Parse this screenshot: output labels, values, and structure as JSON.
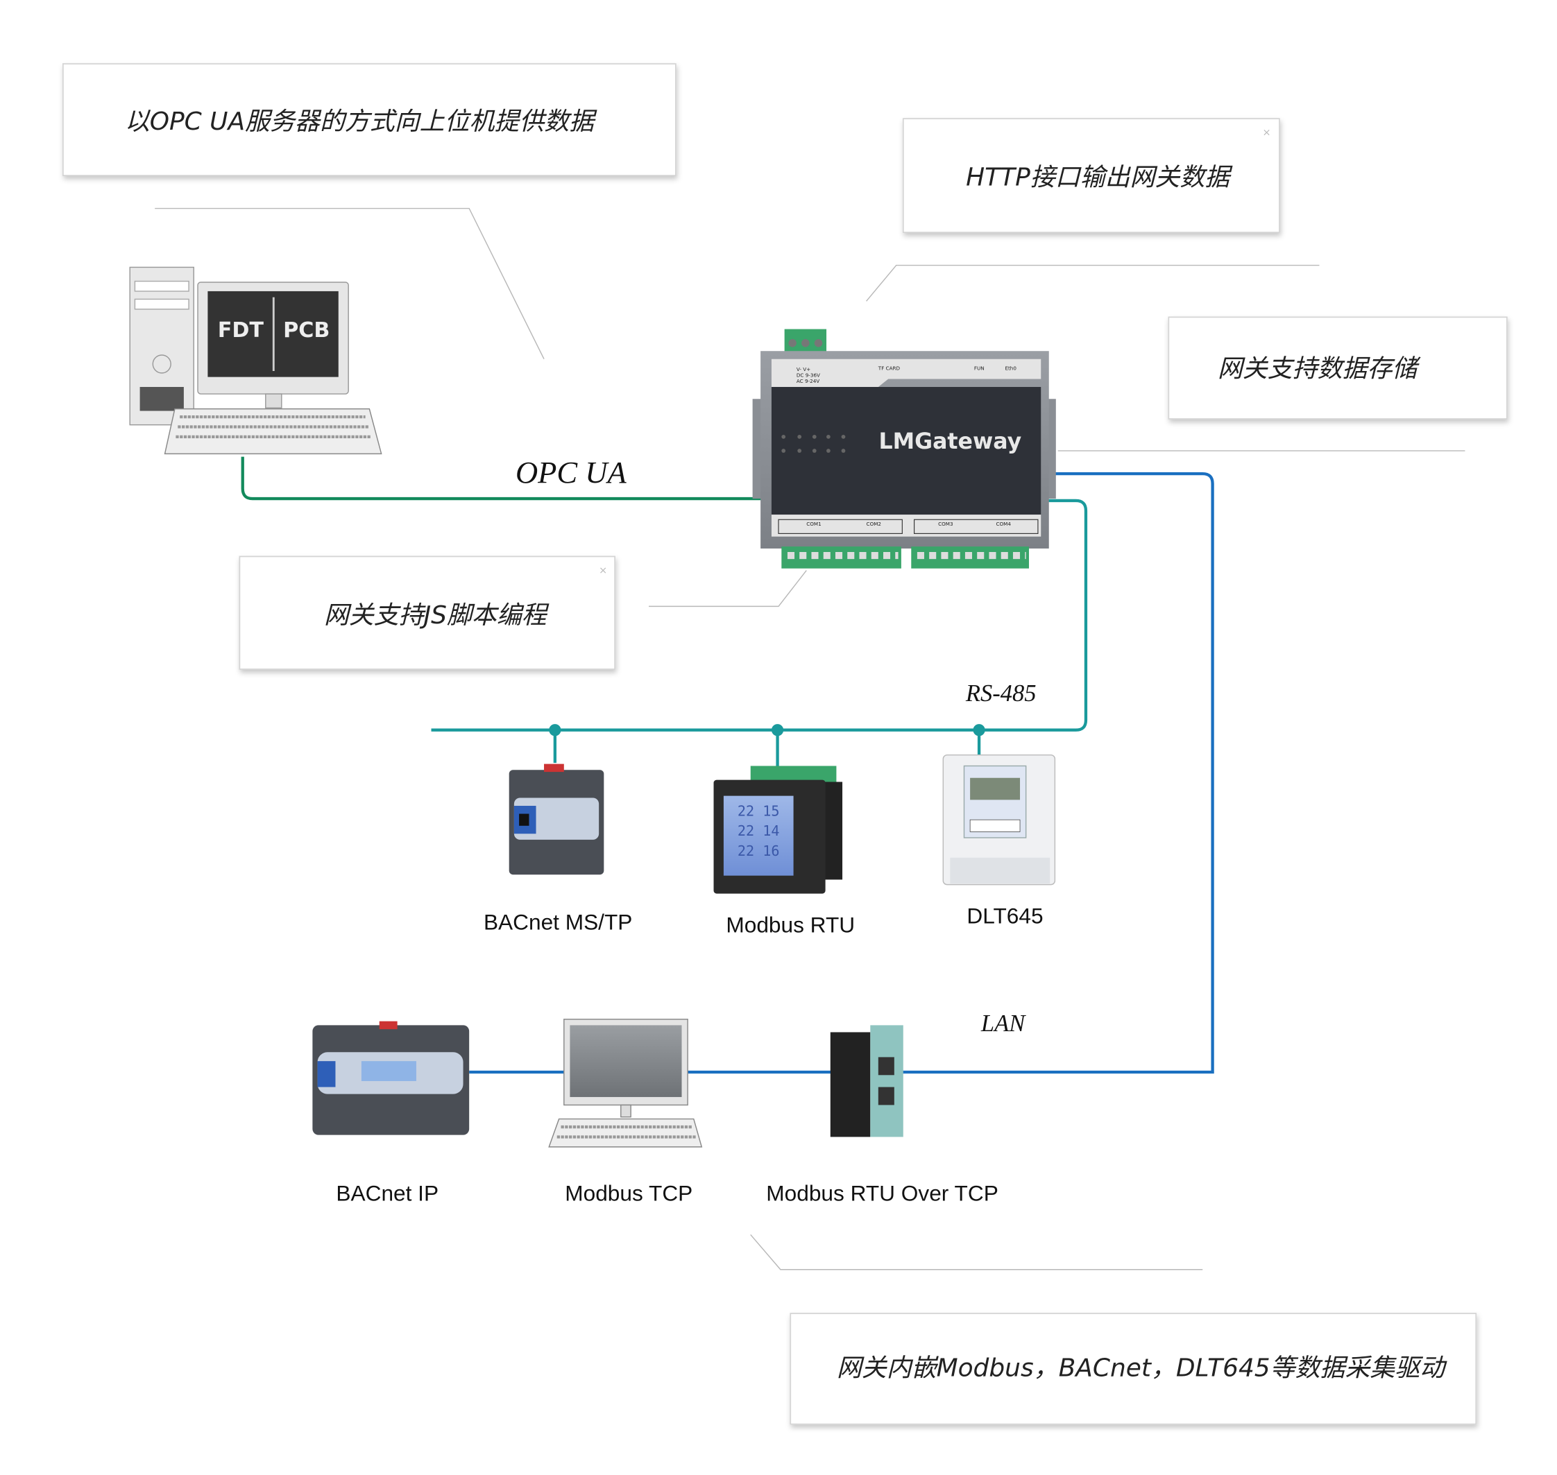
{
  "callouts": {
    "opcua_server": "以OPC UA服务器的方式向上位机提供数据",
    "http_output": "HTTP接口输出网关数据",
    "data_storage": "网关支持数据存储",
    "js_scripting": "网关支持JS脚本编程",
    "embedded_drivers": "网关内嵌Modbus，BACnet，DLT645等数据采集驱动",
    "close_glyph": "×"
  },
  "links": {
    "opcua": {
      "label": "OPC  UA",
      "color": "#138a5c"
    },
    "rs485": {
      "label": "RS-485",
      "color": "#1a9a9c"
    },
    "lan": {
      "label": "LAN",
      "color": "#1a6fc0"
    }
  },
  "gateway": {
    "brand": "LMGateway",
    "power_label": "V-  V+",
    "dc_label": "DC 9-36V",
    "ac_label": "AC 9-24V",
    "tf_card": "TF CARD",
    "fun": "FUN",
    "eth0": "Eth0",
    "ports": [
      "COM1",
      "COM2",
      "COM3",
      "COM4"
    ]
  },
  "host_pc": {
    "screen_text_left": "FDT",
    "screen_text_right": "PCB"
  },
  "serial_devices": [
    {
      "label": "BACnet MS/TP"
    },
    {
      "label": "Modbus RTU"
    },
    {
      "label": "DLT645"
    }
  ],
  "lan_devices": [
    {
      "label": "BACnet IP"
    },
    {
      "label": "Modbus TCP"
    },
    {
      "label": "Modbus RTU Over TCP"
    }
  ]
}
